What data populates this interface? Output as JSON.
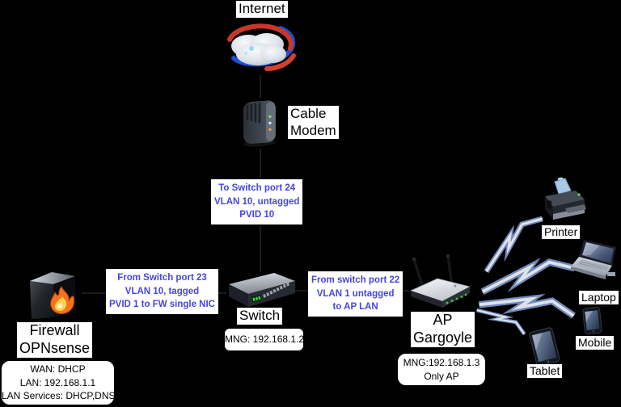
{
  "colors": {
    "background": "#000000",
    "link_text": "#4545e6",
    "node_text": "#000000",
    "bolt_outline": "#7189bb",
    "bolt_fill": "#dfe3e9"
  },
  "nodes": {
    "internet": {
      "label": "Internet"
    },
    "cable_modem": {
      "label_line1": "Cable",
      "label_line2": "Modem"
    },
    "switch": {
      "label": "Switch",
      "mng": "MNG: 192.168.1.2"
    },
    "firewall": {
      "label_line1": "Firewall",
      "label_line2": "OPNsense",
      "info_line1": "WAN: DHCP",
      "info_line2": "LAN: 192.168.1.1",
      "info_line3": "LAN Services: DHCP,DNS"
    },
    "ap": {
      "label_line1": "AP",
      "label_line2": "Gargoyle",
      "info_line1": "MNG:192.168.1.3",
      "info_line2": "Only AP"
    },
    "printer": {
      "label": "Printer"
    },
    "laptop": {
      "label": "Laptop"
    },
    "mobile": {
      "label": "Mobile"
    },
    "tablet": {
      "label": "Tablet"
    }
  },
  "links": {
    "modem_to_switch": {
      "line1": "To Switch port 24",
      "line2": "VLAN 10, untagged",
      "line3": "PVID 10"
    },
    "switch_to_firewall": {
      "line1": "From Switch port 23",
      "line2": "VLAN 10, tagged",
      "line3": "PVID 1 to FW single NIC"
    },
    "switch_to_ap": {
      "line1": "From switch port 22",
      "line2": "VLAN 1 untagged",
      "line3": "to AP LAN"
    }
  }
}
